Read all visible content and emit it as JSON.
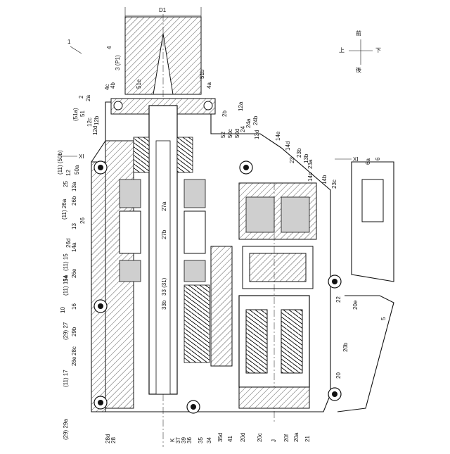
{
  "figure": {
    "figure_ref": "1",
    "dimension_label": "D1",
    "direction": {
      "up": "上",
      "front": "前",
      "down": "下",
      "back": "後"
    },
    "section_marks": [
      "XI",
      "XI"
    ],
    "axis_label": "K",
    "labels_top": [
      "4",
      "3 (P1)",
      "51e",
      "51b",
      "4a",
      "4c",
      "4b",
      "2",
      "2a",
      "(51a)",
      "51",
      "12c",
      "12b",
      "12d",
      "2b",
      "12a",
      "52",
      "50c",
      "50d",
      "24",
      "24a",
      "24b",
      "14e",
      "13d",
      "14d",
      "23",
      "23b",
      "13b",
      "23a",
      "14c",
      "14b",
      "23c",
      "6a",
      "6"
    ],
    "labels_left": [
      "(11) (50b)",
      "12",
      "50a",
      "25",
      "13a",
      "26b",
      "(11) 26a",
      "13",
      "26",
      "26d",
      "14a",
      "(11) 15",
      "14",
      "26e",
      "(11) 15a",
      "10",
      "16",
      "(29) 27",
      "29b",
      "28e",
      "28c",
      "(11) 17",
      "(29) 29a"
    ],
    "labels_center": [
      "27a",
      "27b",
      "33 (31)",
      "33b",
      "22",
      "20e",
      "5",
      "20b",
      "20"
    ],
    "labels_bottom": [
      "28d",
      "28",
      "K",
      "37",
      "39",
      "36",
      "35",
      "34",
      "35d",
      "41",
      "20d",
      "20c",
      "J",
      "20f",
      "20a",
      "21"
    ]
  }
}
